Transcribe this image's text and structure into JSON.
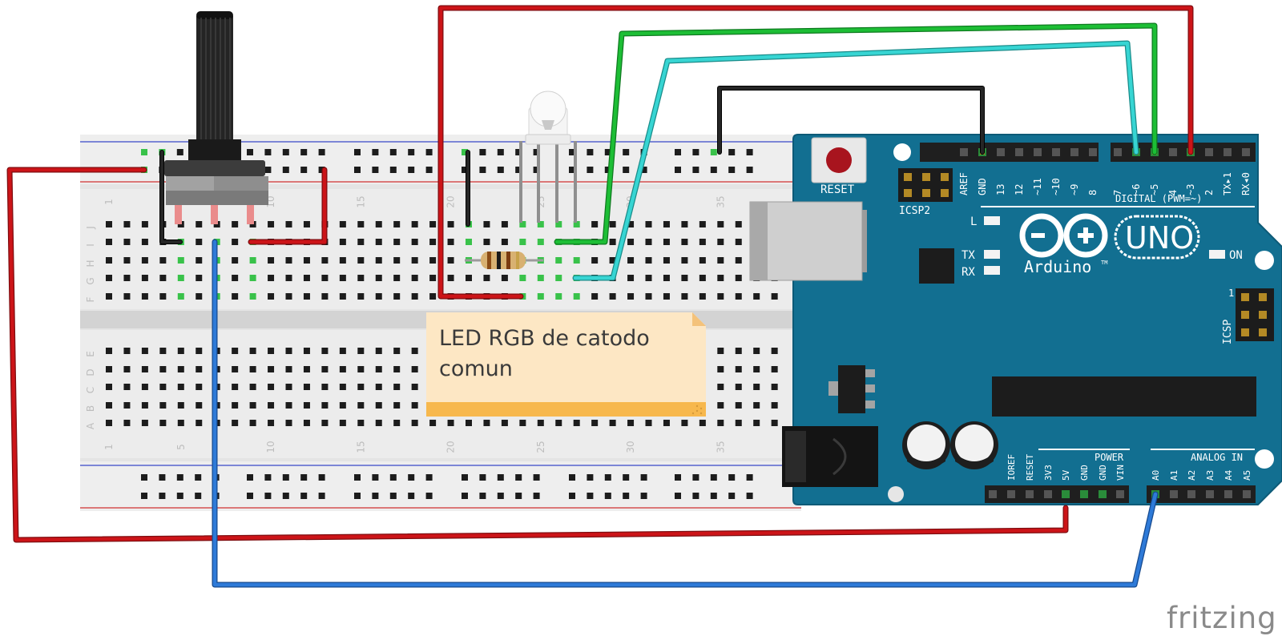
{
  "note": {
    "text": "LED RGB de catodo comun"
  },
  "brand": {
    "logo": "fritzing"
  },
  "breadboard": {
    "row_labels_top": [
      "J",
      "I",
      "H",
      "G",
      "F"
    ],
    "row_labels_bottom": [
      "E",
      "D",
      "C",
      "B",
      "A"
    ],
    "column_numbers": [
      "1",
      "5",
      "10",
      "15",
      "20",
      "25",
      "30",
      "35"
    ]
  },
  "arduino": {
    "reset_label": "RESET",
    "icsp2_label": "ICSP2",
    "icsp_label": "ICSP",
    "icsp_pin1": "1",
    "digital_label": "DIGITAL (PWM=~)",
    "digital_pins": [
      "AREF",
      "GND",
      "13",
      "12",
      "~11",
      "~10",
      "~9",
      "8",
      "7",
      "~6",
      "~5",
      "4",
      "~3",
      "2",
      "TX▸1",
      "RX◂0"
    ],
    "led_labels": [
      "L",
      "TX",
      "RX"
    ],
    "on_label": "ON",
    "uno_label": "UNO",
    "arduino_label": "Arduino",
    "tm_mark": "TM",
    "power_label": "POWER",
    "analog_label": "ANALOG IN",
    "power_pins": [
      "IOREF",
      "RESET",
      "3V3",
      "5V",
      "GND",
      "GND",
      "VIN"
    ],
    "analog_pins": [
      "A0",
      "A1",
      "A2",
      "A3",
      "A4",
      "A5"
    ]
  },
  "colors": {
    "board": "#126f91",
    "wire_red": "#cc1418",
    "wire_green": "#1dbe35",
    "wire_cyan": "#37d5d3",
    "wire_blue": "#2e7ad8",
    "wire_black": "#222222",
    "note_bg": "#fde7c4",
    "note_band": "#f7b84d"
  }
}
